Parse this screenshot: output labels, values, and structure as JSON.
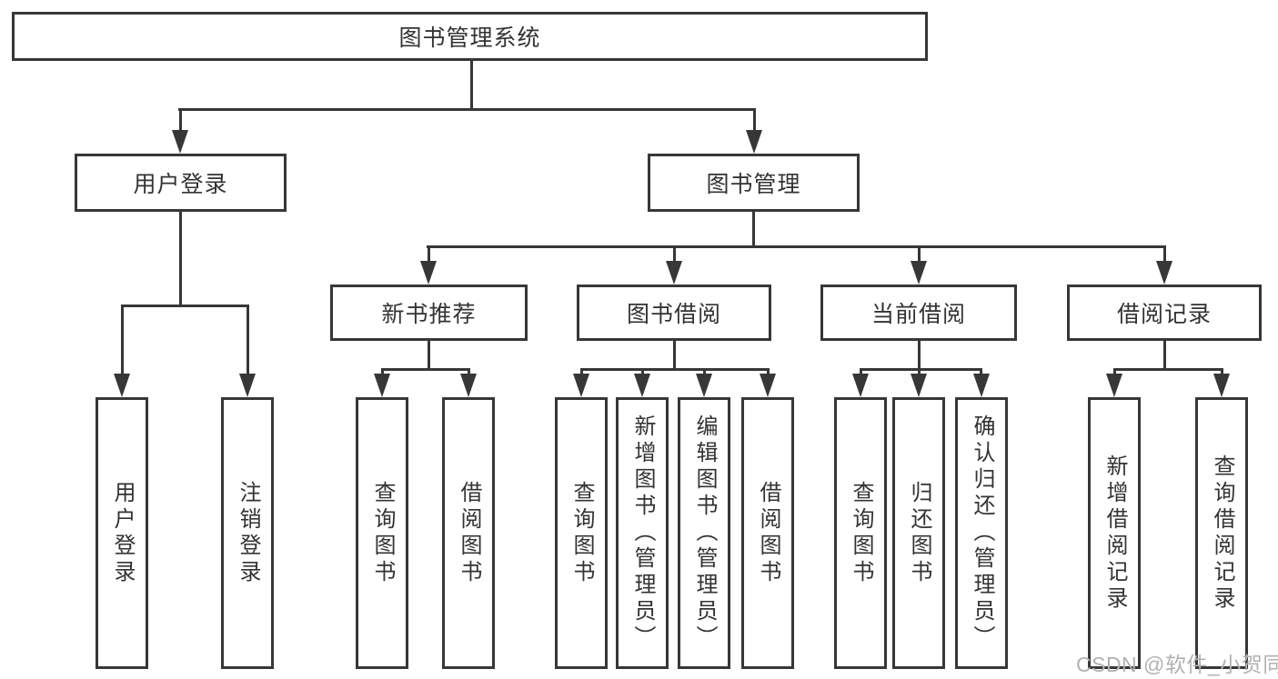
{
  "diagram_type": "hierarchy-functional-structure",
  "tree": {
    "root": "图书管理系统",
    "level2": [
      {
        "label": "用户登录"
      },
      {
        "label": "图书管理"
      }
    ],
    "level3": [
      {
        "label": "新书推荐"
      },
      {
        "label": "图书借阅"
      },
      {
        "label": "当前借阅"
      },
      {
        "label": "借阅记录"
      }
    ],
    "leaves": {
      "login": [
        {
          "label": "用户登录"
        },
        {
          "label": "注销登录"
        }
      ],
      "recommend": [
        {
          "label": "查询图书"
        },
        {
          "label": "借阅图书"
        }
      ],
      "borrow": [
        {
          "label": "查询图书"
        },
        {
          "label": "新增图书（管理员）"
        },
        {
          "label": "编辑图书（管理员）"
        },
        {
          "label": "借阅图书"
        }
      ],
      "current": [
        {
          "label": "查询图书"
        },
        {
          "label": "归还图书"
        },
        {
          "label": "确认归还（管理员）"
        }
      ],
      "records": [
        {
          "label": "新增借阅记录"
        },
        {
          "label": "查询借阅记录"
        }
      ]
    }
  },
  "watermark": "CSDN @软件_小贺同学",
  "colors": {
    "line": "#373737",
    "text": "#333333",
    "background": "#ffffff",
    "watermark": "#b2b2b2"
  }
}
